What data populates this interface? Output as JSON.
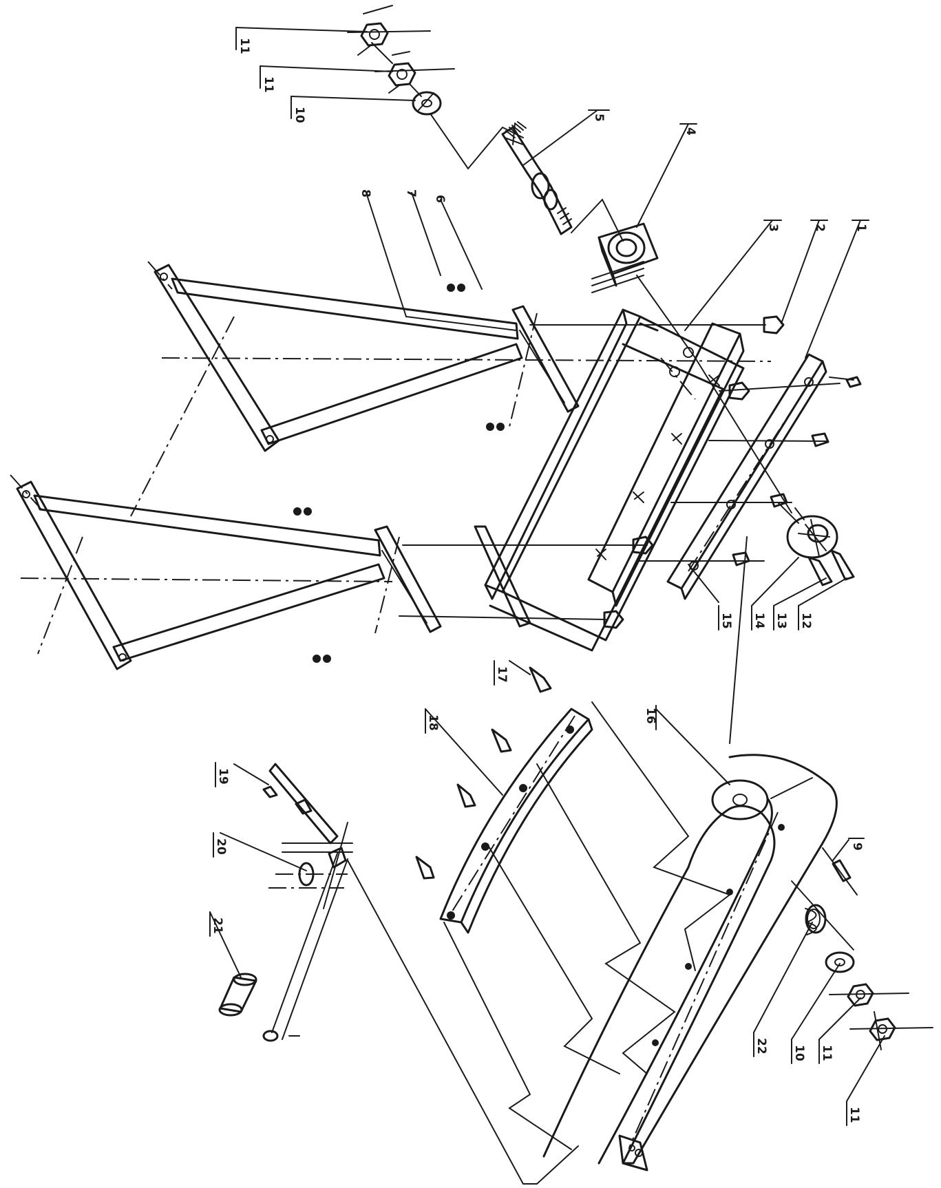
{
  "labels": {
    "l1": "1",
    "l2": "2",
    "l3": "3",
    "l4": "4",
    "l5": "5",
    "l6": "6",
    "l7": "7",
    "l8": "8",
    "l9": "9",
    "l10a": "10",
    "l10b": "10",
    "l11a": "11",
    "l11b": "11",
    "l11c": "11",
    "l11d": "11",
    "l12": "12",
    "l13": "13",
    "l14": "14",
    "l15": "15",
    "l16": "16",
    "l17": "17",
    "l18": "18",
    "l19": "19",
    "l20": "20",
    "l21": "21",
    "l22": "22"
  }
}
